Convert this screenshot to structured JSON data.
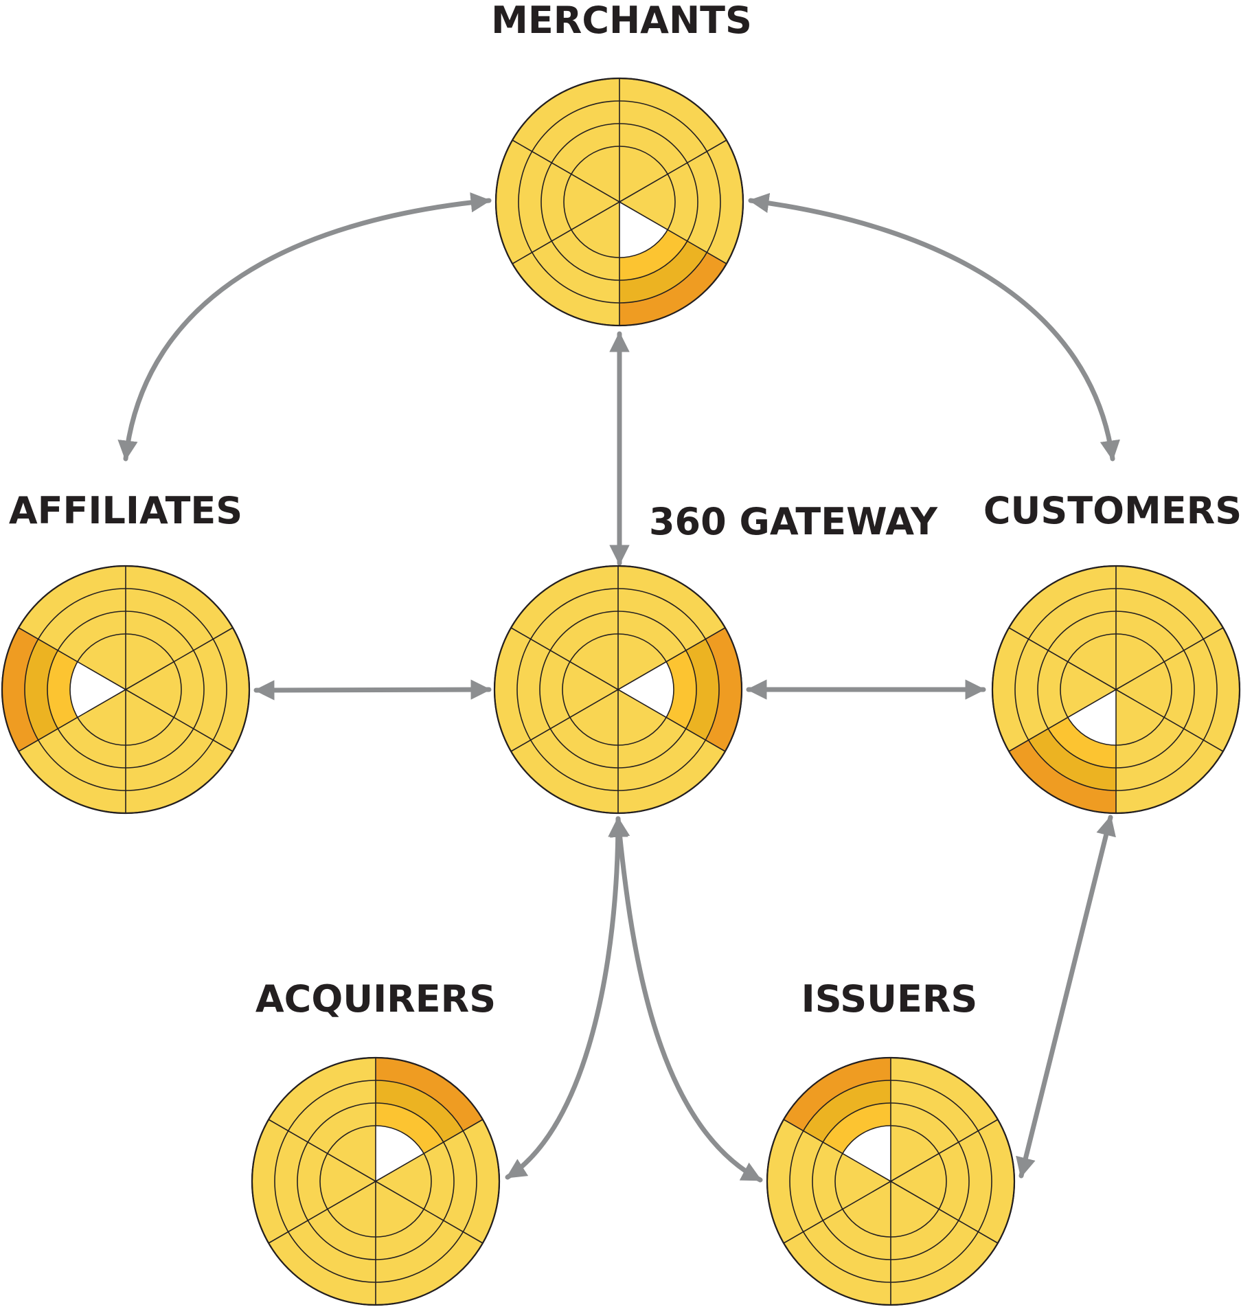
{
  "colors": {
    "base": "#F9D552",
    "level2": "#FCC431",
    "level3": "#ECB322",
    "level4": "#EF9C22",
    "outline": "#231F20",
    "connector": "#8C8E90"
  },
  "nodes": [
    {
      "id": "merchants",
      "label": "MERCHANTS",
      "highlight_sector": 1
    },
    {
      "id": "affiliates",
      "label": "AFFILIATES",
      "highlight_sector": 3
    },
    {
      "id": "gateway",
      "label": "360 GATEWAY",
      "highlight_sector": 0
    },
    {
      "id": "customers",
      "label": "CUSTOMERS",
      "highlight_sector": 2
    },
    {
      "id": "acquirers",
      "label": "ACQUIRERS",
      "highlight_sector": 5
    },
    {
      "id": "issuers",
      "label": "ISSUERS",
      "highlight_sector": 4
    }
  ],
  "edges": [
    {
      "from": "merchants",
      "to": "affiliates",
      "bidirectional": true
    },
    {
      "from": "merchants",
      "to": "customers",
      "bidirectional": true
    },
    {
      "from": "merchants",
      "to": "gateway",
      "bidirectional": true
    },
    {
      "from": "affiliates",
      "to": "gateway",
      "bidirectional": true
    },
    {
      "from": "gateway",
      "to": "customers",
      "bidirectional": true
    },
    {
      "from": "gateway",
      "to": "acquirers",
      "bidirectional": true
    },
    {
      "from": "gateway",
      "to": "issuers",
      "bidirectional": true
    },
    {
      "from": "customers",
      "to": "issuers",
      "bidirectional": true
    }
  ]
}
